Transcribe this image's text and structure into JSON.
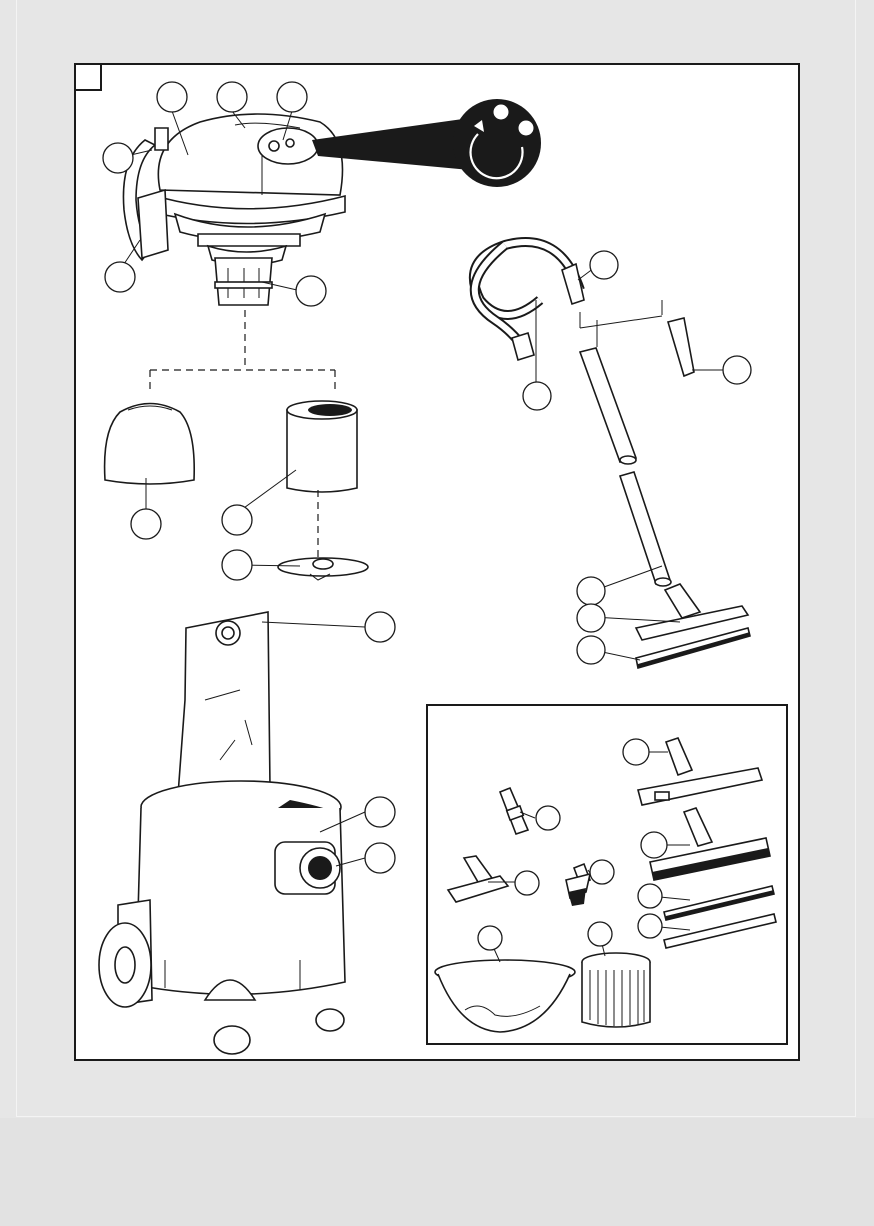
{
  "figure": {
    "panel_label": "",
    "colors": {
      "line": "#1a1a1a",
      "paper": "#ffffff",
      "margin": "#e6e6e6"
    },
    "callouts": [
      "cable-hook",
      "lid-top",
      "lid-handle",
      "power-switch",
      "side-clip",
      "filter-holder",
      "hose",
      "crevice-nozzle",
      "extension-tubes",
      "cloth-filter",
      "foam-filter",
      "filter-disc",
      "dust-bag",
      "floor-nozzle",
      "rubber-strip",
      "drum",
      "suction-inlet",
      "acc-floor-nozzle",
      "acc-reducer",
      "acc-combi-nozzle",
      "acc-upholstery-nozzle",
      "acc-brush",
      "acc-brush-strip",
      "acc-rubber-strip",
      "acc-wet-filter-basket",
      "acc-cartridge-filter"
    ]
  }
}
